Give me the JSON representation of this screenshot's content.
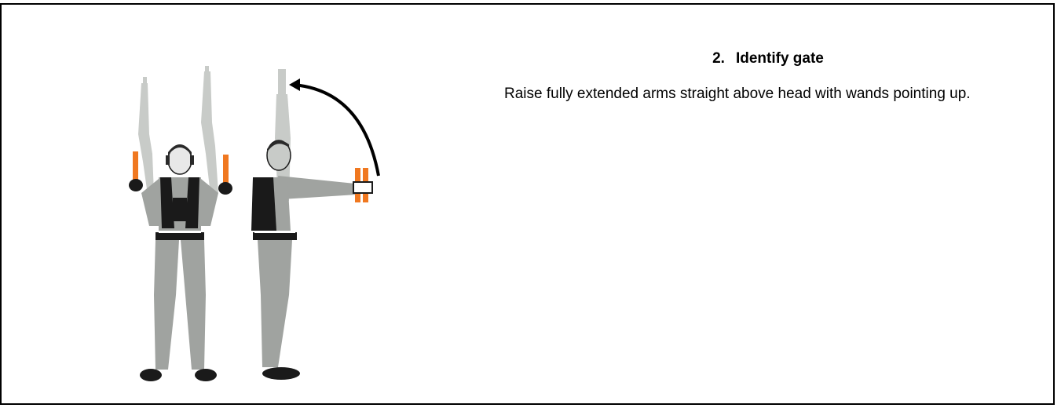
{
  "signal": {
    "number": "2.",
    "title": "Identify gate",
    "description": "Raise fully extended arms straight above head with wands pointing up."
  },
  "colors": {
    "border": "#000000",
    "wand_orange": "#f07820",
    "wand_ghost": "#c8cbc8",
    "body_gray": "#a0a3a0",
    "vest_black": "#1a1a1a",
    "arrow": "#000000"
  },
  "illustration": {
    "figures": [
      "front-view-marshaller",
      "side-view-marshaller"
    ],
    "motion_arrow": "curved-arrow-up"
  }
}
